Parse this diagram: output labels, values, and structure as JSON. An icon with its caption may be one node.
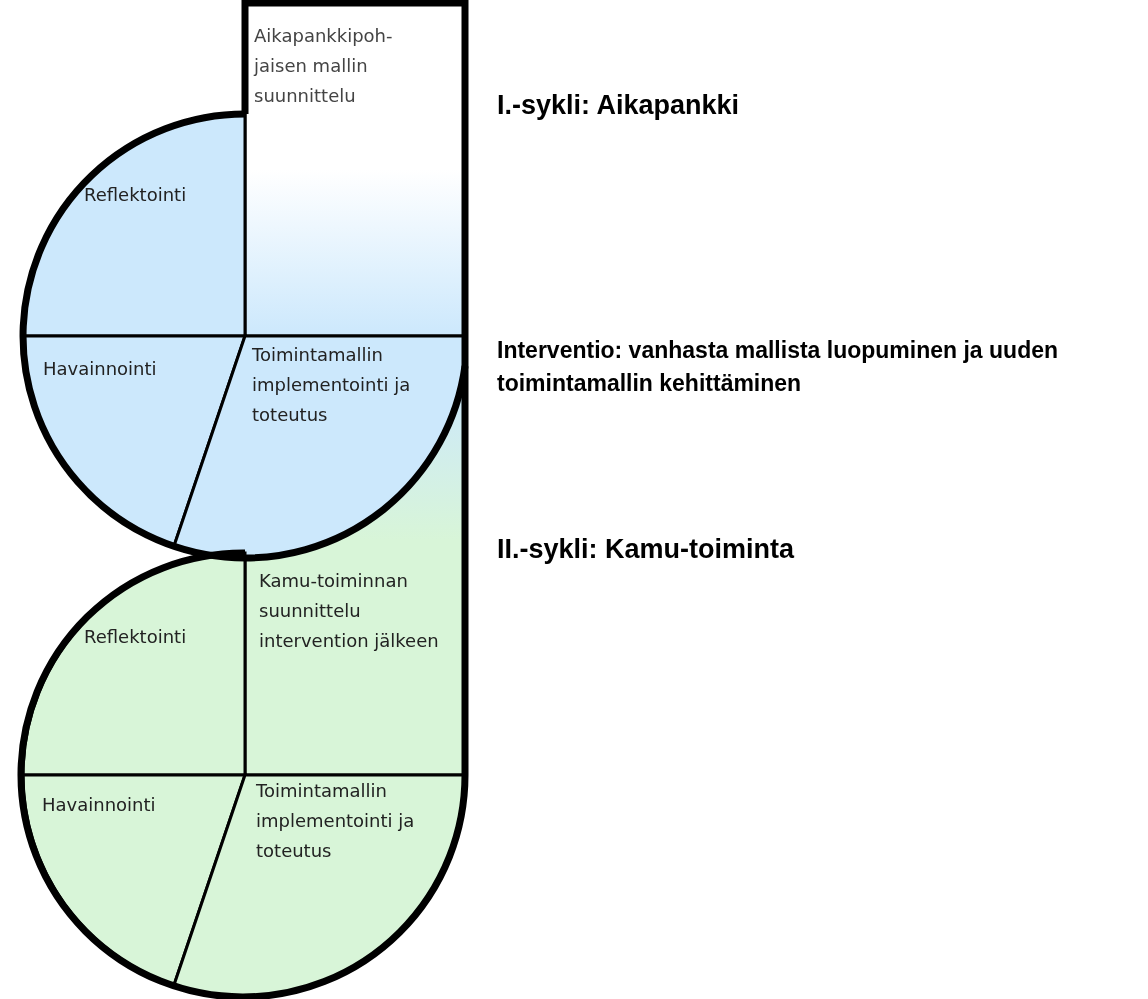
{
  "diagram": {
    "nodes": [
      {
        "text": [
          "Aikapankkipoh- jaisen mallin suunnittelu"
        ]
      },
      {
        "text": [
          "Reflektointi"
        ]
      },
      {
        "text": [
          "Havainnointi"
        ]
      },
      {
        "text": [
          "Toimintamallin implementointi ja toteutus"
        ]
      },
      {
        "text": [
          "Kamu-toiminnan suunnittelu intervention jälkeen"
        ]
      },
      {
        "text": [
          "Reflektointi"
        ]
      },
      {
        "text": [
          "Havainnointi"
        ]
      },
      {
        "text": [
          "Toimintamallin implementointi ja toteutus"
        ]
      }
    ],
    "labels": [
      "I.-sykli: Aikapankki",
      "Interventio: vanhasta mallista luopuminen ja uuden toimintamallin kehittäminen",
      "II.-sykli: Kamu-toiminta"
    ]
  }
}
